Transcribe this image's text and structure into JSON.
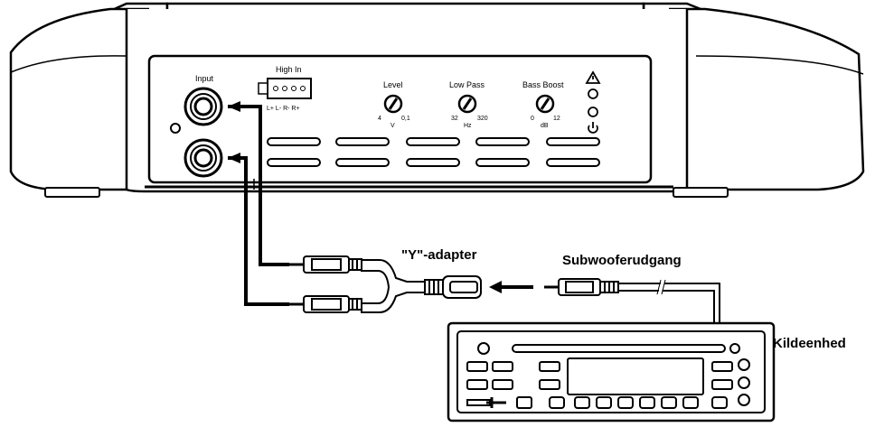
{
  "amplifier": {
    "input_label": "Input",
    "high_in_label": "High In",
    "high_in_pins": "L+ L- R- R+",
    "controls": [
      {
        "name": "Level",
        "min": "4",
        "max": "0,1",
        "unit": "V"
      },
      {
        "name": "Low Pass",
        "min": "32",
        "max": "320",
        "unit": "Hz"
      },
      {
        "name": "Bass Boost",
        "min": "0",
        "max": "12",
        "unit": "dB"
      }
    ],
    "indicators": [
      "warning-icon",
      "circle",
      "circle",
      "power-icon"
    ]
  },
  "adapter_label": "\"Y\"-adapter",
  "sub_out_label": "Subwooferudgang",
  "source_label": "Kildeenhed"
}
